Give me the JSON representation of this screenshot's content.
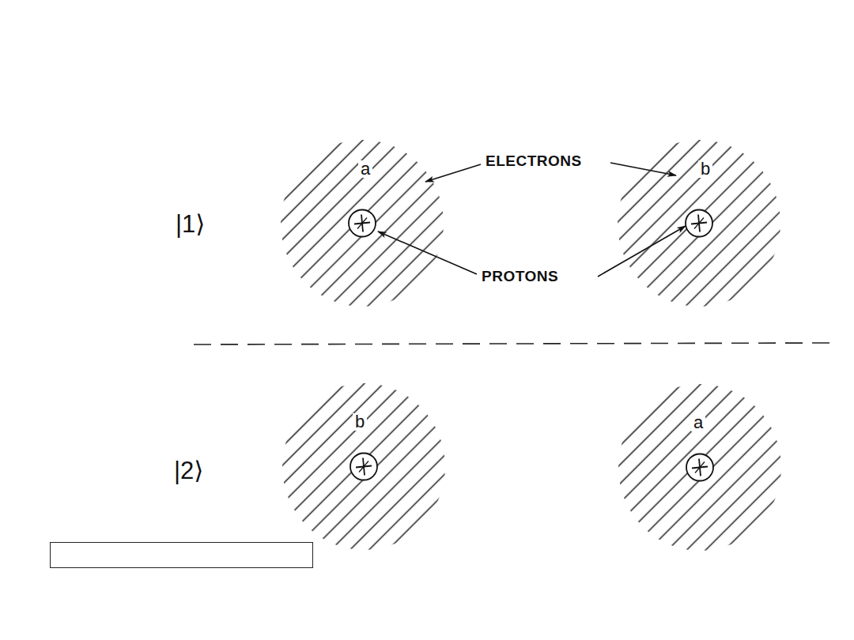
{
  "diagram": {
    "nodes": [
      {
        "text": [
          "a"
        ]
      },
      {
        "text": [
          "b"
        ]
      },
      {
        "text": [
          "b"
        ]
      },
      {
        "text": [
          "a"
        ]
      }
    ],
    "labels": [
      "|1⟩",
      "|2⟩",
      "ELECTRONS",
      "PROTONS"
    ]
  }
}
